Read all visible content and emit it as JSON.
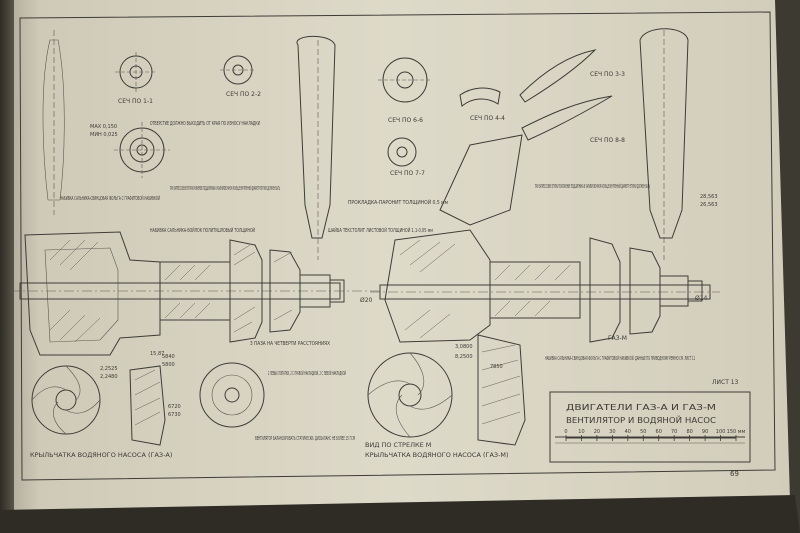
{
  "sheet": {
    "page_number": "69",
    "sheet_label": "ЛИСТ 13"
  },
  "title_block": {
    "line1": "ДВИГАТЕЛИ ГАЗ-А И ГАЗ-М",
    "line2": "ВЕНТИЛЯТОР И ВОДЯНОЙ НАСОС",
    "scale_ticks": [
      "0",
      "10",
      "20",
      "30",
      "40",
      "50",
      "60",
      "70",
      "80",
      "90",
      "100",
      "150 мм"
    ]
  },
  "captions": {
    "impeller_left": "КРЫЛЬЧАТКА ВОДЯНОГО НАСОСА (ГАЗ-А)",
    "impeller_right": "КРЫЛЬЧАТКА ВОДЯНОГО НАСОСА (ГАЗ-М)",
    "view_arrow": "ВИД ПО СТРЕЛКЕ М",
    "balance": "ВЕНТИЛЯТОР БАЛАНСИРОВАТЬ СТАТИЧЕСКИ. ДИСБАЛАНС НЕ БОЛЕЕ 15 ГСМ",
    "gaz_m_label": "ГАЗ-М"
  },
  "notes": {
    "assembly_left": "ПРИ ЗАПРЕССОВКЕ ВТУЛКИ РАЗМЕРОВ ПОДШИПНИКА В КАЛИБРОВОЧНОМ КОЛЬЦЕ ВНУТРЕННИЙ ДИАМЕТР ВТУЛКИ ДОЛЖЕН БЫТЬ",
    "assembly_right": "ПРИ ЗАПРЕССОВКЕ ВТУЛКИ ПОЛОЖЕНИЕ ПОДШИПНИКА В КАЛИБРОВОЧНОМ КОЛЬЦЕ ВНУТРЕННИЙ ДИАМЕТР ВТУЛКИ ДОЛЖЕН БЫТЬ",
    "gland_left": "НАБИВКА САЛЬНИКА-СВИНЦОВАЯ ФОЛЬГА С ГРАФИТОВОЙ НАБИВКОЙ",
    "gland_right": "НАБИВКА САЛЬНИКА-СВИНЦОВАЯ ФОЛЬГА С ГРАФИТОВОЙ НАБИВКОЙ. ДАННЫЕ ПО ПРИВОДНОМУ РЕМНЮ СМ. ЛИСТ 11",
    "gasket": "ПРОКЛАДКА-ПАРОНИТ ТОЛЩИНОЙ 0,5 мм",
    "gasket_textolite": "ШАЙБА ТЕКСТОЛИТ ЛИСТОВОЙ ТОЛЩИНОЙ 1,1-0,05 мм",
    "washer": "НАБИВКА САЛЬНИКА-ВОЙЛОК ПОЛИТУШЛОВЫЙ ТОЛЩИНОЙ",
    "spacer": "3 ПАЗА НА ЧЕТВЕРТИ РАССТОЯНИЯХ",
    "oil_hole": "ОТВЕРСТИЕ ДОЛЖНО ВЫХОДИТЬ ОТ КРАЯ ПО ИЗНОСУ НАКЛАДКИ",
    "blades": "2 ЛЕВЫХ ЛОПАТКИ, 2 С ПРАВОЙ НАКЛАДКОЙ, 2 С ЛЕВОЙ НАКЛАДКОЙ"
  },
  "sections": {
    "s1": "СЕЧ ПО 1-1",
    "s2": "СЕЧ ПО 2-2",
    "s3": "СЕЧ ПО 3-3",
    "s4": "СЕЧ ПО 4-4",
    "s6": "СЕЧ ПО 6-6",
    "s7": "СЕЧ ПО 7-7",
    "s8": "СЕЧ ПО 8-8"
  },
  "dimensions": {
    "d1": "Ø20",
    "d2": "Ø14",
    "d3": "3,0800",
    "d4": "8,2500",
    "d5": "15,87",
    "d6": "5840",
    "d7": "5800",
    "d8": "28,563",
    "d9": "26,563",
    "d10": "7850",
    "d11": "2,2525",
    "d12": "2,2480",
    "d13": "6720",
    "d14": "6730",
    "d15": "МАХ 0,150",
    "d16": "МИН 0,025"
  },
  "colors": {
    "paper": "#dcd8c8",
    "paper_shadow": "#c9c4b0",
    "ink": "#3e3c38",
    "background": "#4a463c"
  }
}
